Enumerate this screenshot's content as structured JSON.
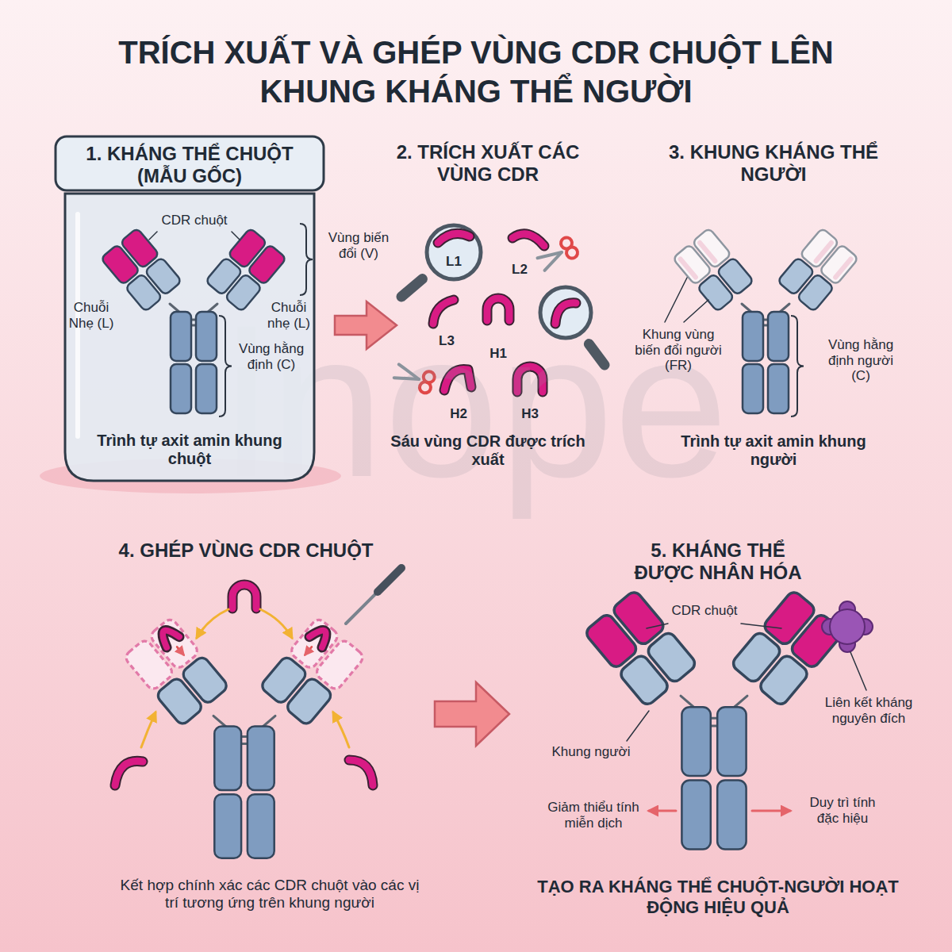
{
  "diagram": {
    "title": "TRÍCH XUẤT VÀ GHÉP VÙNG CDR CHUỘT LÊN KHUNG KHÁNG THỂ NGƯỜI",
    "nodes": [
      {
        "text": [
          "1. KHÁNG THỂ CHUỘT (MẪU GỐC)",
          "Trình tự axit amin khung chuột"
        ]
      }
    ],
    "labels": [
      "CDR chuột",
      "Vùng biến đổi (V)",
      "Chuỗi Nhẹ (L)",
      "Chuỗi nhẹ (L)",
      "Vùng hằng định (C)",
      "2. TRÍCH XUẤT CÁC VÙNG CDR",
      "L1",
      "L2",
      "L3",
      "H1",
      "H2",
      "H3",
      "Sáu vùng CDR được trích xuất",
      "3. KHUNG KHÁNG THỂ NGƯỜI",
      "Khung vùng biến đổi người (FR)",
      "Vùng hằng định người (C)",
      "Trình tự axit amin khung người",
      "4. GHÉP VÙNG CDR CHUỘT",
      "Kết hợp chính xác các CDR chuột vào các vị trí tương ứng trên khung người",
      "5. KHÁNG THỂ ĐƯỢC NHÂN HÓA",
      "CDR chuột",
      "Liên kết kháng nguyên đích",
      "Khung người",
      "Giảm thiểu tính miễn dịch",
      "Duy trì tính đặc hiệu",
      "TẠO RA KHÁNG THỂ CHUỘT-NGƯỜI HOẠT ĐỘNG HIỆU QUẢ",
      "inope"
    ]
  }
}
